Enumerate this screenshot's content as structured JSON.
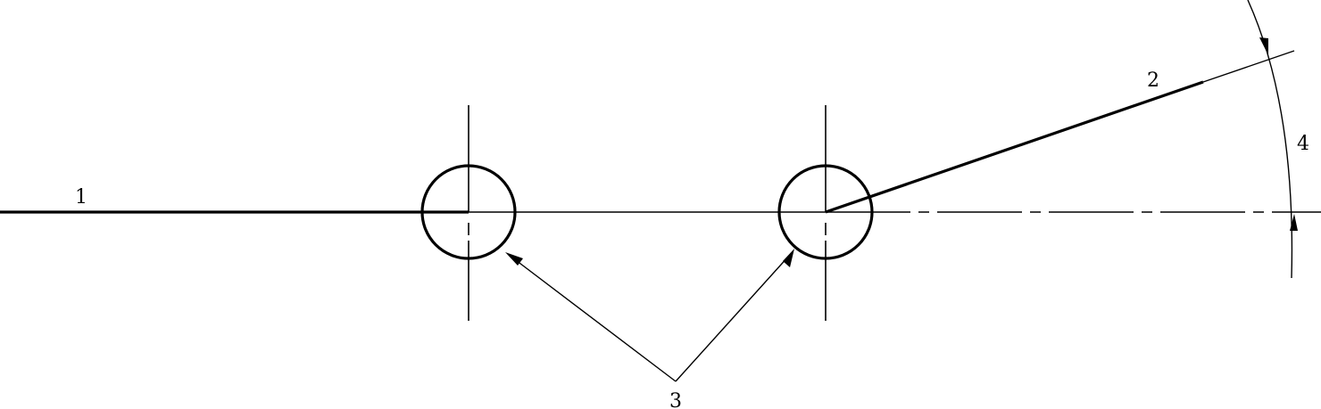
{
  "labels": {
    "one": "1",
    "two": "2",
    "three": "3",
    "four": "4"
  },
  "colors": {
    "stroke": "#000000",
    "background": "#ffffff"
  }
}
